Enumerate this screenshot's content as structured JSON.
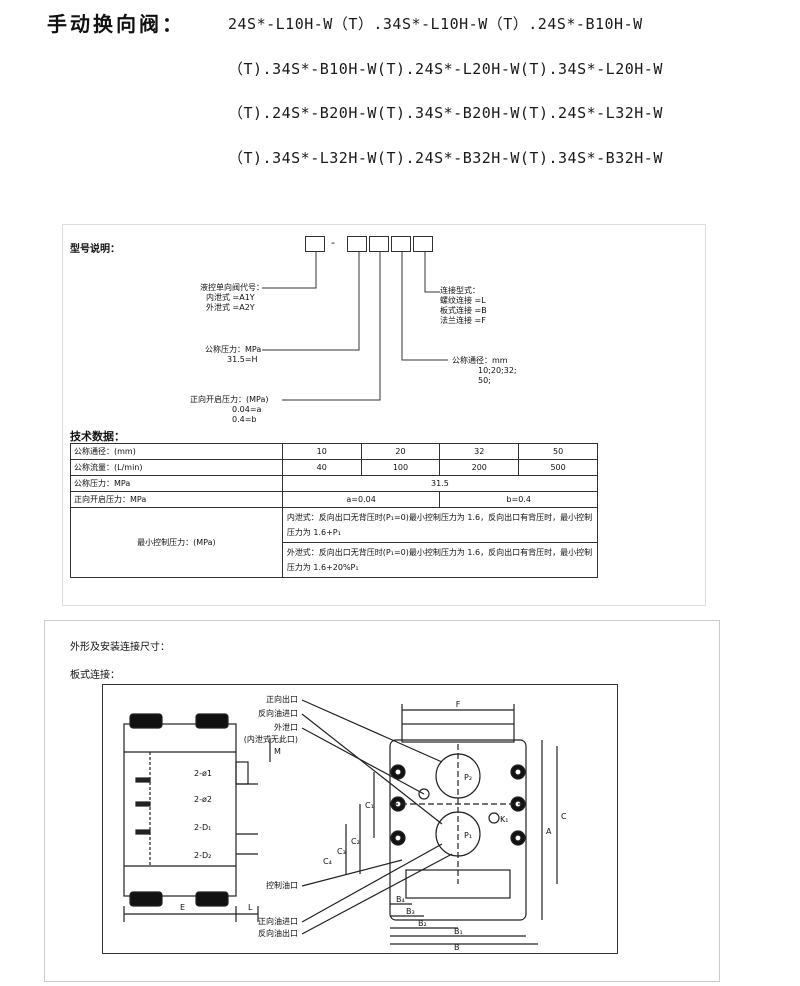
{
  "header": {
    "title": "手动换向阀：",
    "model_lines": [
      "24S*-L10H-W（T）.34S*-L10H-W（T）.24S*-B10H-W",
      "（T).34S*-B10H-W(T).24S*-L20H-W(T).34S*-L20H-W",
      "（T).24S*-B20H-W(T).34S*-B20H-W(T).24S*-L32H-W",
      "（T).34S*-L32H-W(T).24S*-B32H-W(T).34S*-B32H-W"
    ]
  },
  "model_code": {
    "heading": "型号说明：",
    "dash": "-",
    "label_valve": [
      "液控单向阀代号：",
      "内泄式 =A1Y",
      "外泄式 =A2Y"
    ],
    "label_pressure": [
      "公称压力：MPa",
      "31.5=H"
    ],
    "label_opening": [
      "正向开启压力：(MPa)",
      "0.04=a",
      "0.4=b"
    ],
    "label_connection": [
      "连接型式：",
      "螺纹连接 =L",
      "板式连接 =B",
      "法兰连接 =F"
    ],
    "label_diameter": [
      "公称通径：mm",
      "10;20;32;",
      "50;"
    ]
  },
  "tech_data": {
    "heading": "技术数据：",
    "rows": [
      {
        "label": "公称通径：(mm)",
        "values": [
          "10",
          "20",
          "32",
          "50"
        ]
      },
      {
        "label": "公称流量：(L/min)",
        "values": [
          "40",
          "100",
          "200",
          "500"
        ]
      },
      {
        "label": "公称压力：MPa",
        "merged": "31.5"
      },
      {
        "label": "正向开启压力：MPa",
        "halves": [
          "a=0.04",
          "b=0.4"
        ]
      }
    ],
    "control_label": "最小控制压力：(MPa)",
    "control_notes": [
      "内泄式：反向出口无背压时(P₁=0)最小控制压力为 1.6，反向出口有背压时，最小控制压力为 1.6+P₁",
      "外泄式：反向出口无背压时(P₁=0)最小控制压力为 1.6，反向出口有背压时，最小控制压力为 1.6+20%P₁"
    ]
  },
  "dimensions": {
    "heading": "外形及安装连接尺寸：",
    "subheading": "板式连接：",
    "callouts_top": [
      "正向出口",
      "反向油进口",
      "外泄口",
      "(内泄式无此口)"
    ],
    "callouts_bottom": [
      "控制油口",
      "正向油进口",
      "反向油出口"
    ],
    "dim_letters": {
      "F": "F",
      "A": "A",
      "C": "C",
      "E": "E",
      "L": "L",
      "M": "M",
      "B": "B",
      "B1": "B₁",
      "B2": "B₂",
      "B3": "B₃",
      "B4": "B₄",
      "C1": "C₁",
      "C2": "C₂",
      "C3": "C₃",
      "C4": "C₄",
      "P2": "P₂",
      "P1": "P₁",
      "K1": "K₁",
      "d1": "2-ø1",
      "d2": "2-ø2",
      "D1": "2-D₁",
      "D2": "2-D₂"
    }
  }
}
